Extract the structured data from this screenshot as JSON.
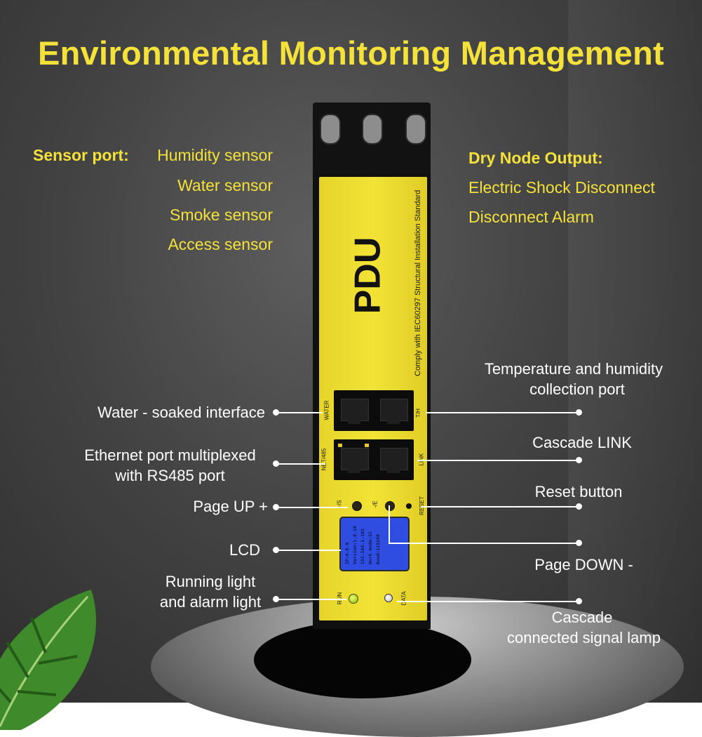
{
  "title": "Environmental Monitoring Management",
  "sensor": {
    "heading": "Sensor port:",
    "items": [
      "Humidity sensor",
      "Water sensor",
      "Smoke sensor",
      "Access sensor"
    ]
  },
  "dry_node": {
    "heading": "Dry Node Output:",
    "items": [
      "Electric Shock Disconnect",
      "Disconnect Alarm"
    ]
  },
  "device": {
    "name": "PDU",
    "standard": "Comply with IEC60297 Structural Installation Standard",
    "port_labels": {
      "water": "WATER",
      "th": "T/H",
      "net": "NET/485",
      "link": "LINK",
      "s": "+/S",
      "e": "-/E",
      "reset": "RESET",
      "run": "RUN",
      "data": "DATA"
    },
    "lcd_lines": [
      "IP:0.0.0",
      "Version:1.0.10",
      "192.168.1.102",
      "Work mode:S1",
      "Baud:115200"
    ]
  },
  "callouts": {
    "water_interface": "Water - soaked interface",
    "ethernet": [
      "Ethernet port multiplexed",
      "with RS485 port"
    ],
    "page_up": "Page UP +",
    "lcd": "LCD",
    "running": [
      "Running light",
      "and alarm light"
    ],
    "temp_humidity": [
      "Temperature and humidity",
      "collection port"
    ],
    "cascade_link": "Cascade LINK",
    "reset": "Reset button",
    "page_down": "Page DOWN -",
    "cascade_signal": [
      "Cascade",
      "connected signal lamp"
    ]
  },
  "colors": {
    "accent": "#f4e23a",
    "plate": "#f2e336",
    "lcd": "#2f4de0"
  }
}
